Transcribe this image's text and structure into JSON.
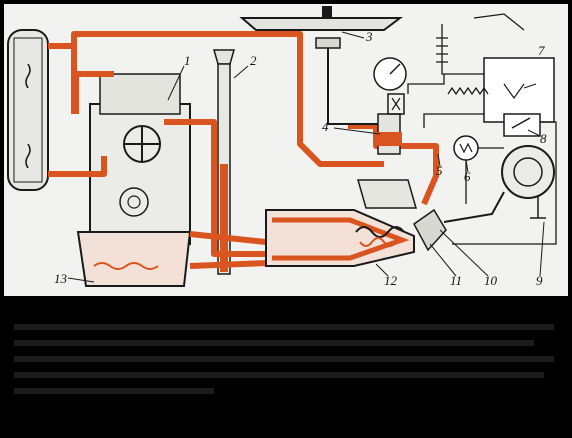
{
  "figure": {
    "labels": [
      "1",
      "2",
      "3",
      "4",
      "5",
      "6",
      "7",
      "8",
      "9",
      "10",
      "11",
      "12",
      "13"
    ]
  },
  "colors": {
    "coolant_line": "#d9541f",
    "outline": "#1a1a1a",
    "background": "#f2f2f0",
    "frame": "#000000"
  }
}
